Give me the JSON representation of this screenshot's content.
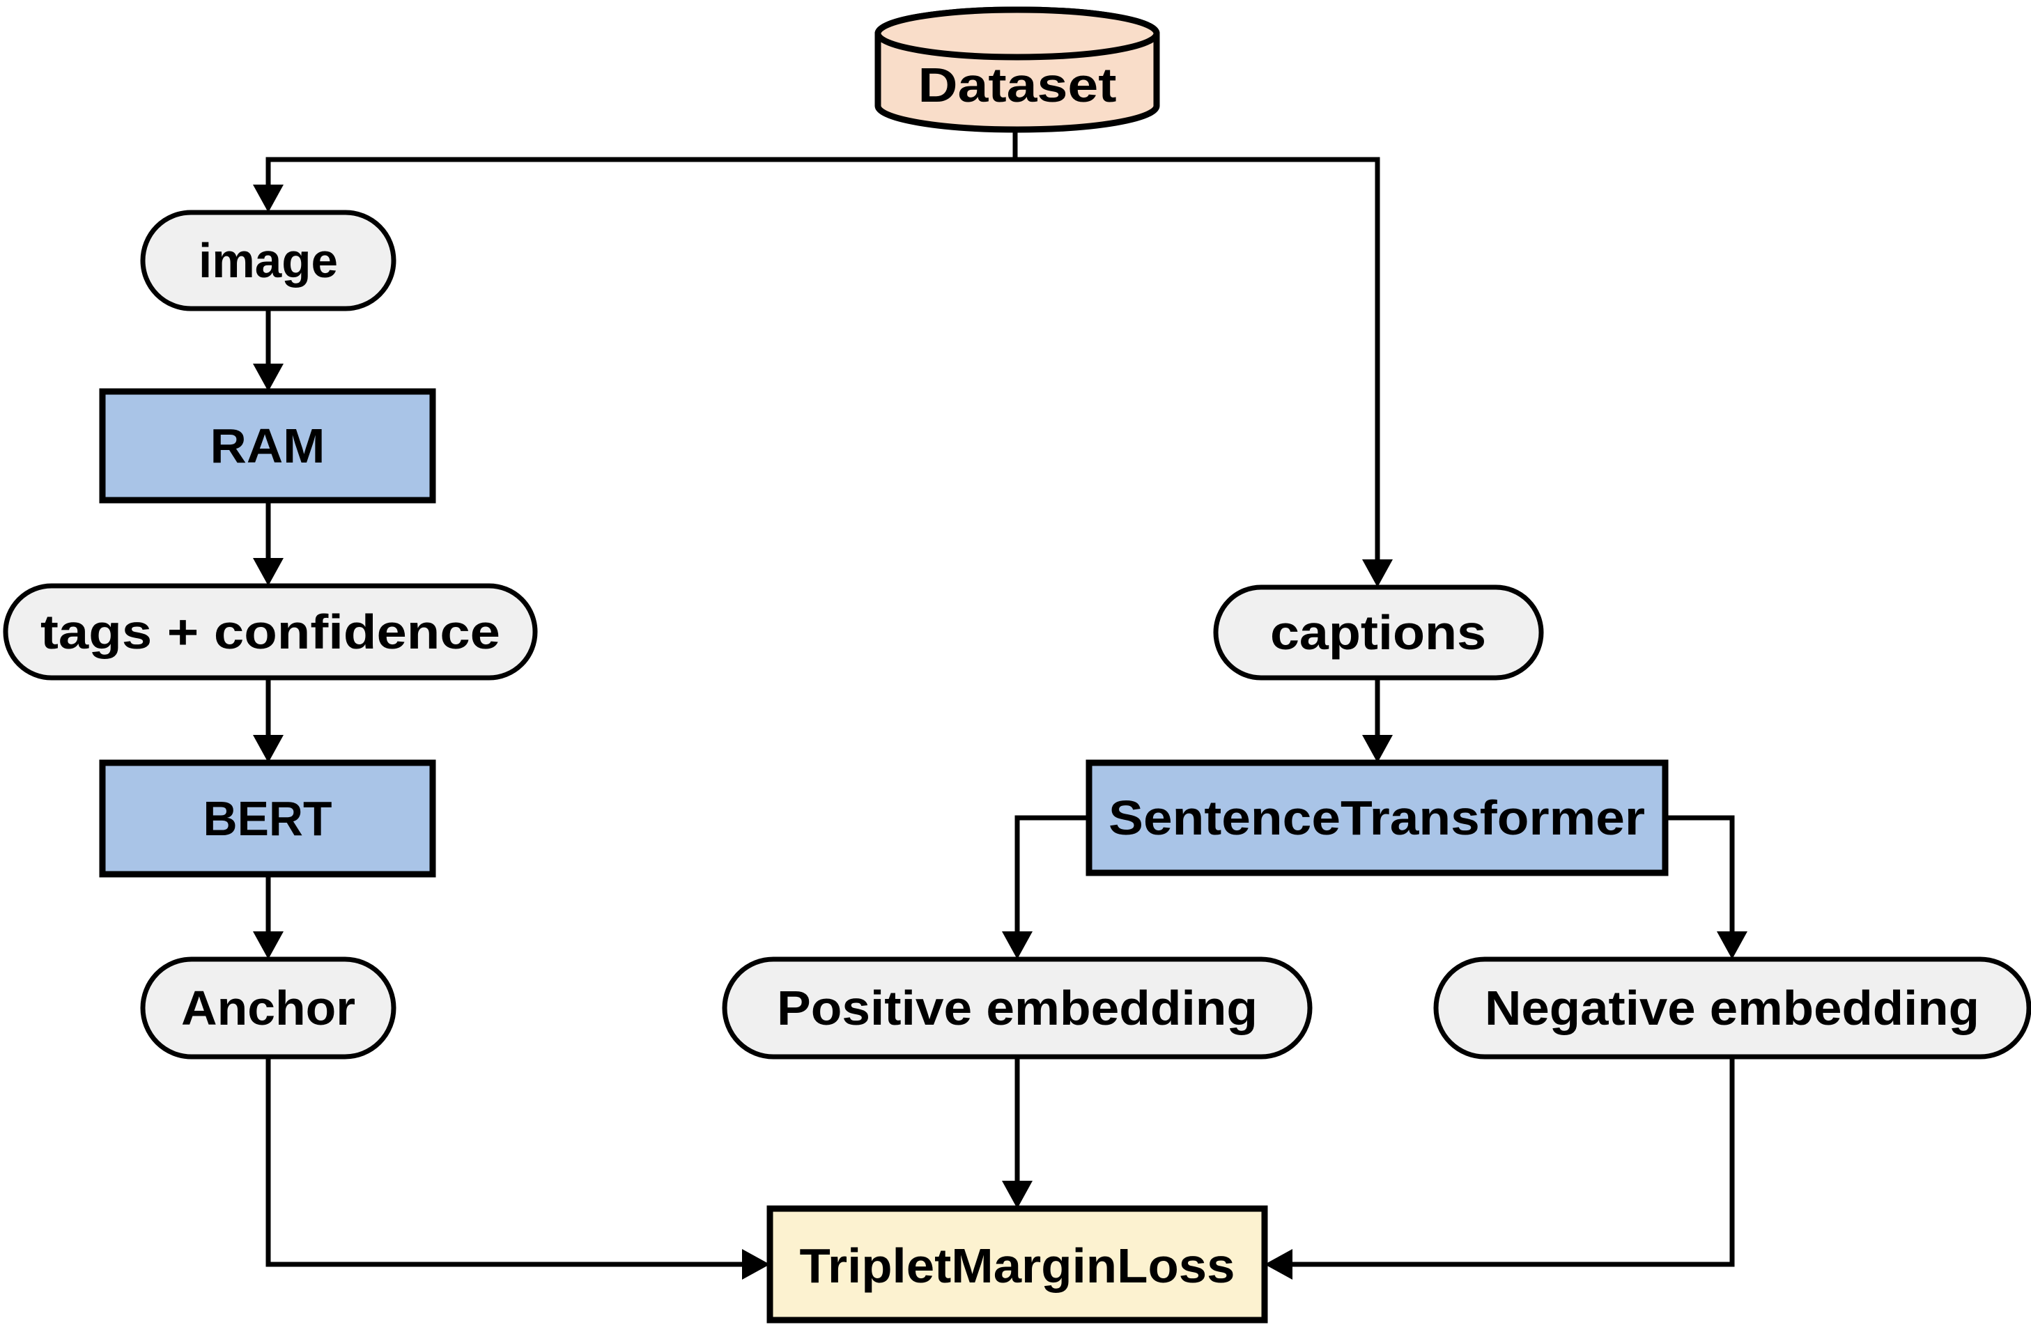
{
  "colors": {
    "background": "#FFFFFF",
    "stroke": "#000000",
    "datastore_fill": "#F9DDC9",
    "model_fill": "#A9C4E7",
    "data_fill": "#F0F0F0",
    "loss_fill": "#FCF2D0"
  },
  "nodes": {
    "dataset": {
      "label": "Dataset",
      "kind": "datastore"
    },
    "image": {
      "label": "image",
      "kind": "data"
    },
    "ram": {
      "label": "RAM",
      "kind": "model"
    },
    "tags": {
      "label": "tags + confidence",
      "kind": "data"
    },
    "bert": {
      "label": "BERT",
      "kind": "model"
    },
    "anchor": {
      "label": "Anchor",
      "kind": "data"
    },
    "captions": {
      "label": "captions",
      "kind": "data"
    },
    "sentence_transformer": {
      "label": "SentenceTransformer",
      "kind": "model"
    },
    "positive": {
      "label": "Positive embedding",
      "kind": "data"
    },
    "negative": {
      "label": "Negative embedding",
      "kind": "data"
    },
    "loss": {
      "label": "TripletMarginLoss",
      "kind": "loss"
    }
  },
  "edges": [
    {
      "from": "dataset",
      "to": "image"
    },
    {
      "from": "dataset",
      "to": "captions"
    },
    {
      "from": "image",
      "to": "ram"
    },
    {
      "from": "ram",
      "to": "tags"
    },
    {
      "from": "tags",
      "to": "bert"
    },
    {
      "from": "bert",
      "to": "anchor"
    },
    {
      "from": "captions",
      "to": "sentence_transformer"
    },
    {
      "from": "sentence_transformer",
      "to": "positive"
    },
    {
      "from": "sentence_transformer",
      "to": "negative"
    },
    {
      "from": "anchor",
      "to": "loss"
    },
    {
      "from": "positive",
      "to": "loss"
    },
    {
      "from": "negative",
      "to": "loss"
    }
  ]
}
